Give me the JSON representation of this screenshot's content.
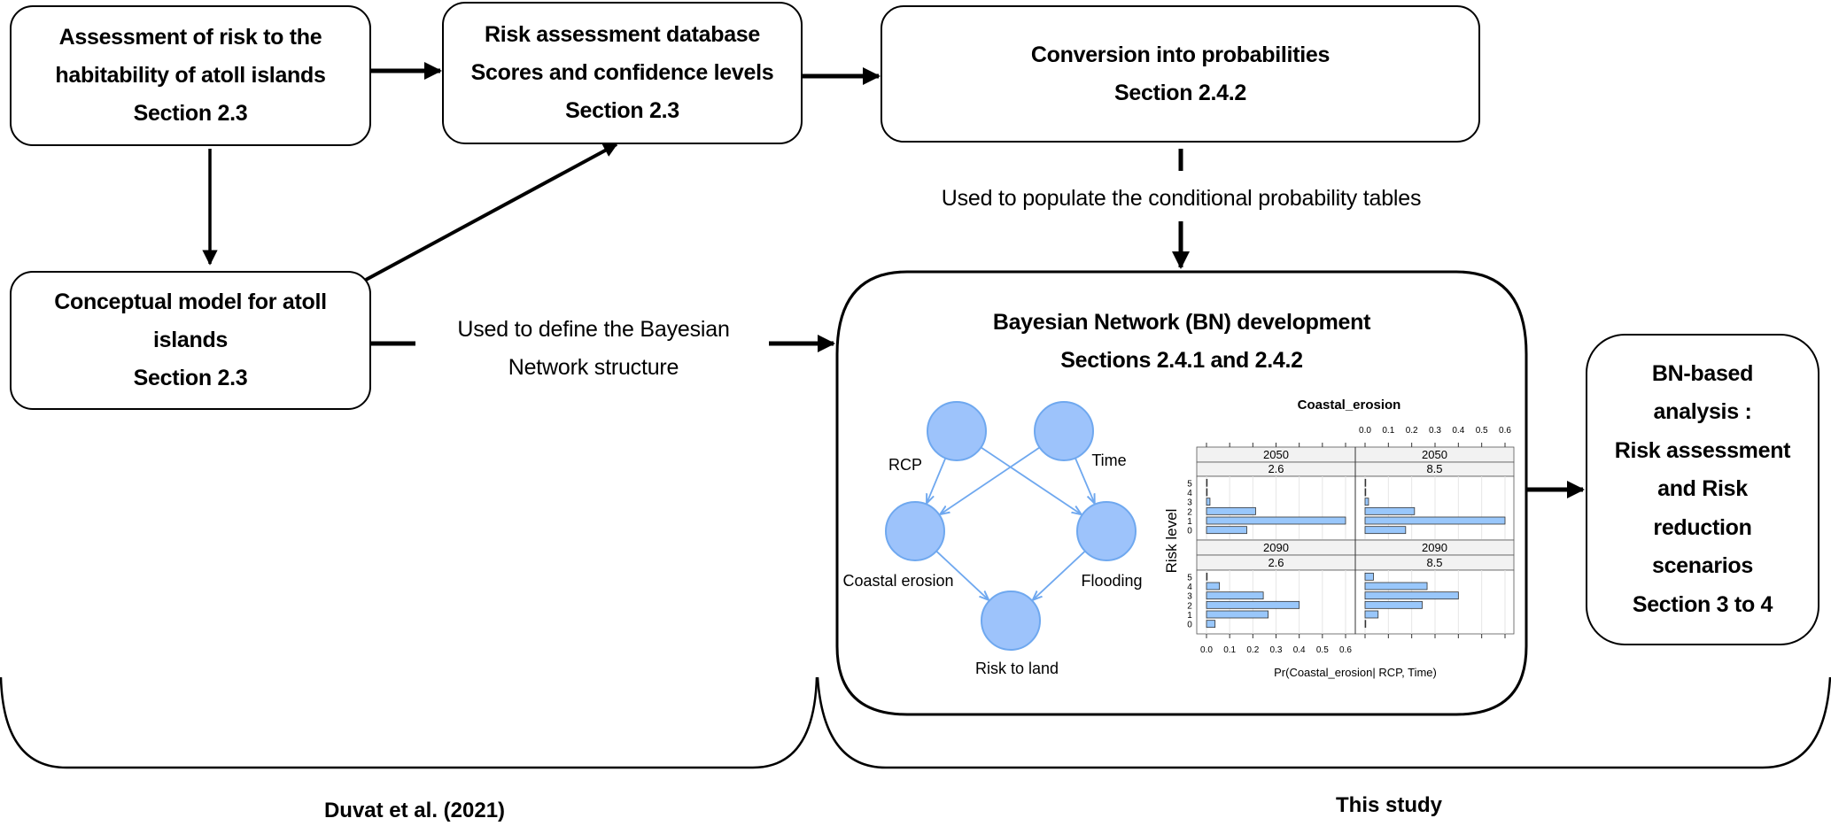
{
  "boxes": {
    "assessment": [
      "Assessment of risk to the",
      "habitability of atoll islands",
      "Section 2.3"
    ],
    "database": [
      "Risk assessment database",
      "Scores and confidence levels",
      "Section 2.3"
    ],
    "conversion": [
      "Conversion into probabilities",
      "Section 2.4.2"
    ],
    "conceptual": [
      "Conceptual model for atoll",
      "islands",
      "Section 2.3"
    ],
    "bn_development": [
      "Bayesian Network (BN) development",
      "Sections 2.4.1 and 2.4.2"
    ],
    "bn_analysis": [
      "BN-based",
      "analysis :",
      "Risk assessment",
      "and Risk",
      "reduction",
      "scenarios",
      "Section 3 to 4"
    ]
  },
  "edge_labels": {
    "define_structure": [
      "Used to define the Bayesian",
      "Network  structure"
    ],
    "populate_cpt": "Used to populate the conditional probability tables"
  },
  "braces": {
    "left": "Duvat et al. (2021)",
    "right": "This study"
  },
  "network": {
    "nodes": [
      "RCP",
      "Time",
      "Coastal erosion",
      "Flooding",
      "Risk to land"
    ],
    "edges": [
      [
        "RCP",
        "Coastal erosion"
      ],
      [
        "RCP",
        "Flooding"
      ],
      [
        "Time",
        "Coastal erosion"
      ],
      [
        "Time",
        "Flooding"
      ],
      [
        "Coastal erosion",
        "Risk to land"
      ],
      [
        "Flooding",
        "Risk to land"
      ]
    ],
    "node_fill": "#9dc3fb",
    "node_stroke": "#6fa8ef"
  },
  "chart_data": {
    "type": "bar",
    "orientation": "horizontal",
    "title": "Coastal_erosion",
    "xlabel": "Pr(Coastal_erosion| RCP, Time)",
    "ylabel": "Risk level",
    "categories": [
      "0",
      "1",
      "2",
      "3",
      "4",
      "5"
    ],
    "xlim": [
      0.0,
      0.6
    ],
    "xticks": [
      "0.0",
      "0.1",
      "0.2",
      "0.3",
      "0.4",
      "0.5",
      "0.6"
    ],
    "bar_color": "#99c7fb",
    "panels": [
      {
        "time": "2050",
        "rcp": "2.6",
        "values": [
          0.174,
          0.6,
          0.212,
          0.015,
          0.0,
          0.0
        ]
      },
      {
        "time": "2050",
        "rcp": "8.5",
        "values": [
          0.174,
          0.6,
          0.212,
          0.015,
          0.0,
          0.0
        ]
      },
      {
        "time": "2090",
        "rcp": "2.6",
        "values": [
          0.037,
          0.266,
          0.4,
          0.245,
          0.056,
          0.002
        ]
      },
      {
        "time": "2090",
        "rcp": "8.5",
        "values": [
          0.002,
          0.056,
          0.245,
          0.4,
          0.266,
          0.036
        ]
      }
    ]
  }
}
